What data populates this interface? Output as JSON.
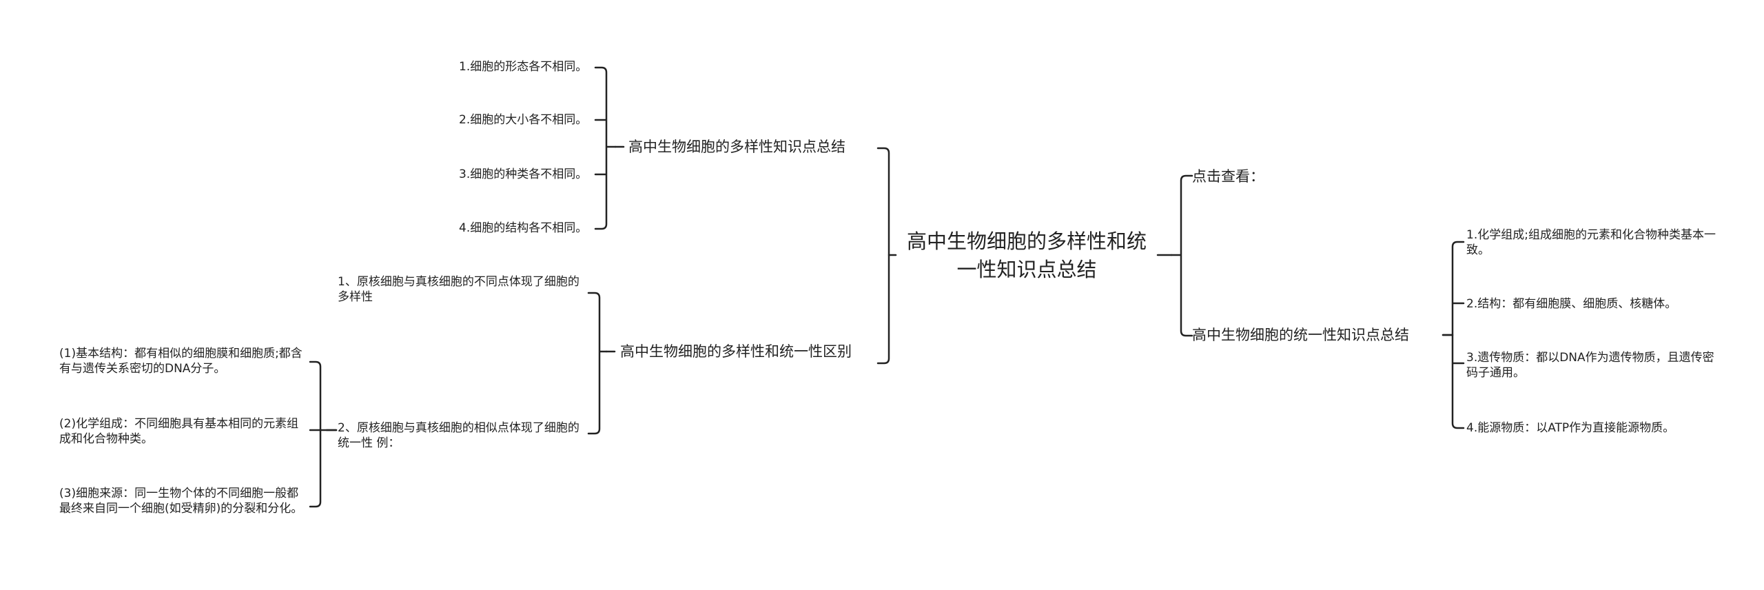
{
  "root": {
    "title": "高中生物细胞的多样性和统一性知识点总结"
  },
  "left": {
    "diversity": {
      "title": "高中生物细胞的多样性知识点总结",
      "items": [
        "1.细胞的形态各不相同。",
        "2.细胞的大小各不相同。",
        "3.细胞的种类各不相同。",
        "4.细胞的结构各不相同。"
      ]
    },
    "difference": {
      "title": "高中生物细胞的多样性和统一性区别",
      "items": [
        "1、原核细胞与真核细胞的不同点体现了细胞的多样性",
        "2、原核细胞与真核细胞的相似点体现了细胞的统一性 例："
      ],
      "sub_items": [
        "(1)基本结构：都有相似的细胞膜和细胞质;都含有与遗传关系密切的DNA分子。",
        "(2)化学组成：不同细胞具有基本相同的元素组成和化合物种类。",
        "(3)细胞来源：同一生物个体的不同细胞一般都最终来自同一个细胞(如受精卵)的分裂和分化。"
      ]
    }
  },
  "right": {
    "view": {
      "title": "点击查看："
    },
    "unity": {
      "title": "高中生物细胞的统一性知识点总结",
      "items": [
        "1.化学组成;组成细胞的元素和化合物种类基本一致。",
        "2.结构：都有细胞膜、细胞质、核糖体。",
        "3.遗传物质：都以DNA作为遗传物质，且遗传密码子通用。",
        "4.能源物质：以ATP作为直接能源物质。"
      ]
    }
  }
}
